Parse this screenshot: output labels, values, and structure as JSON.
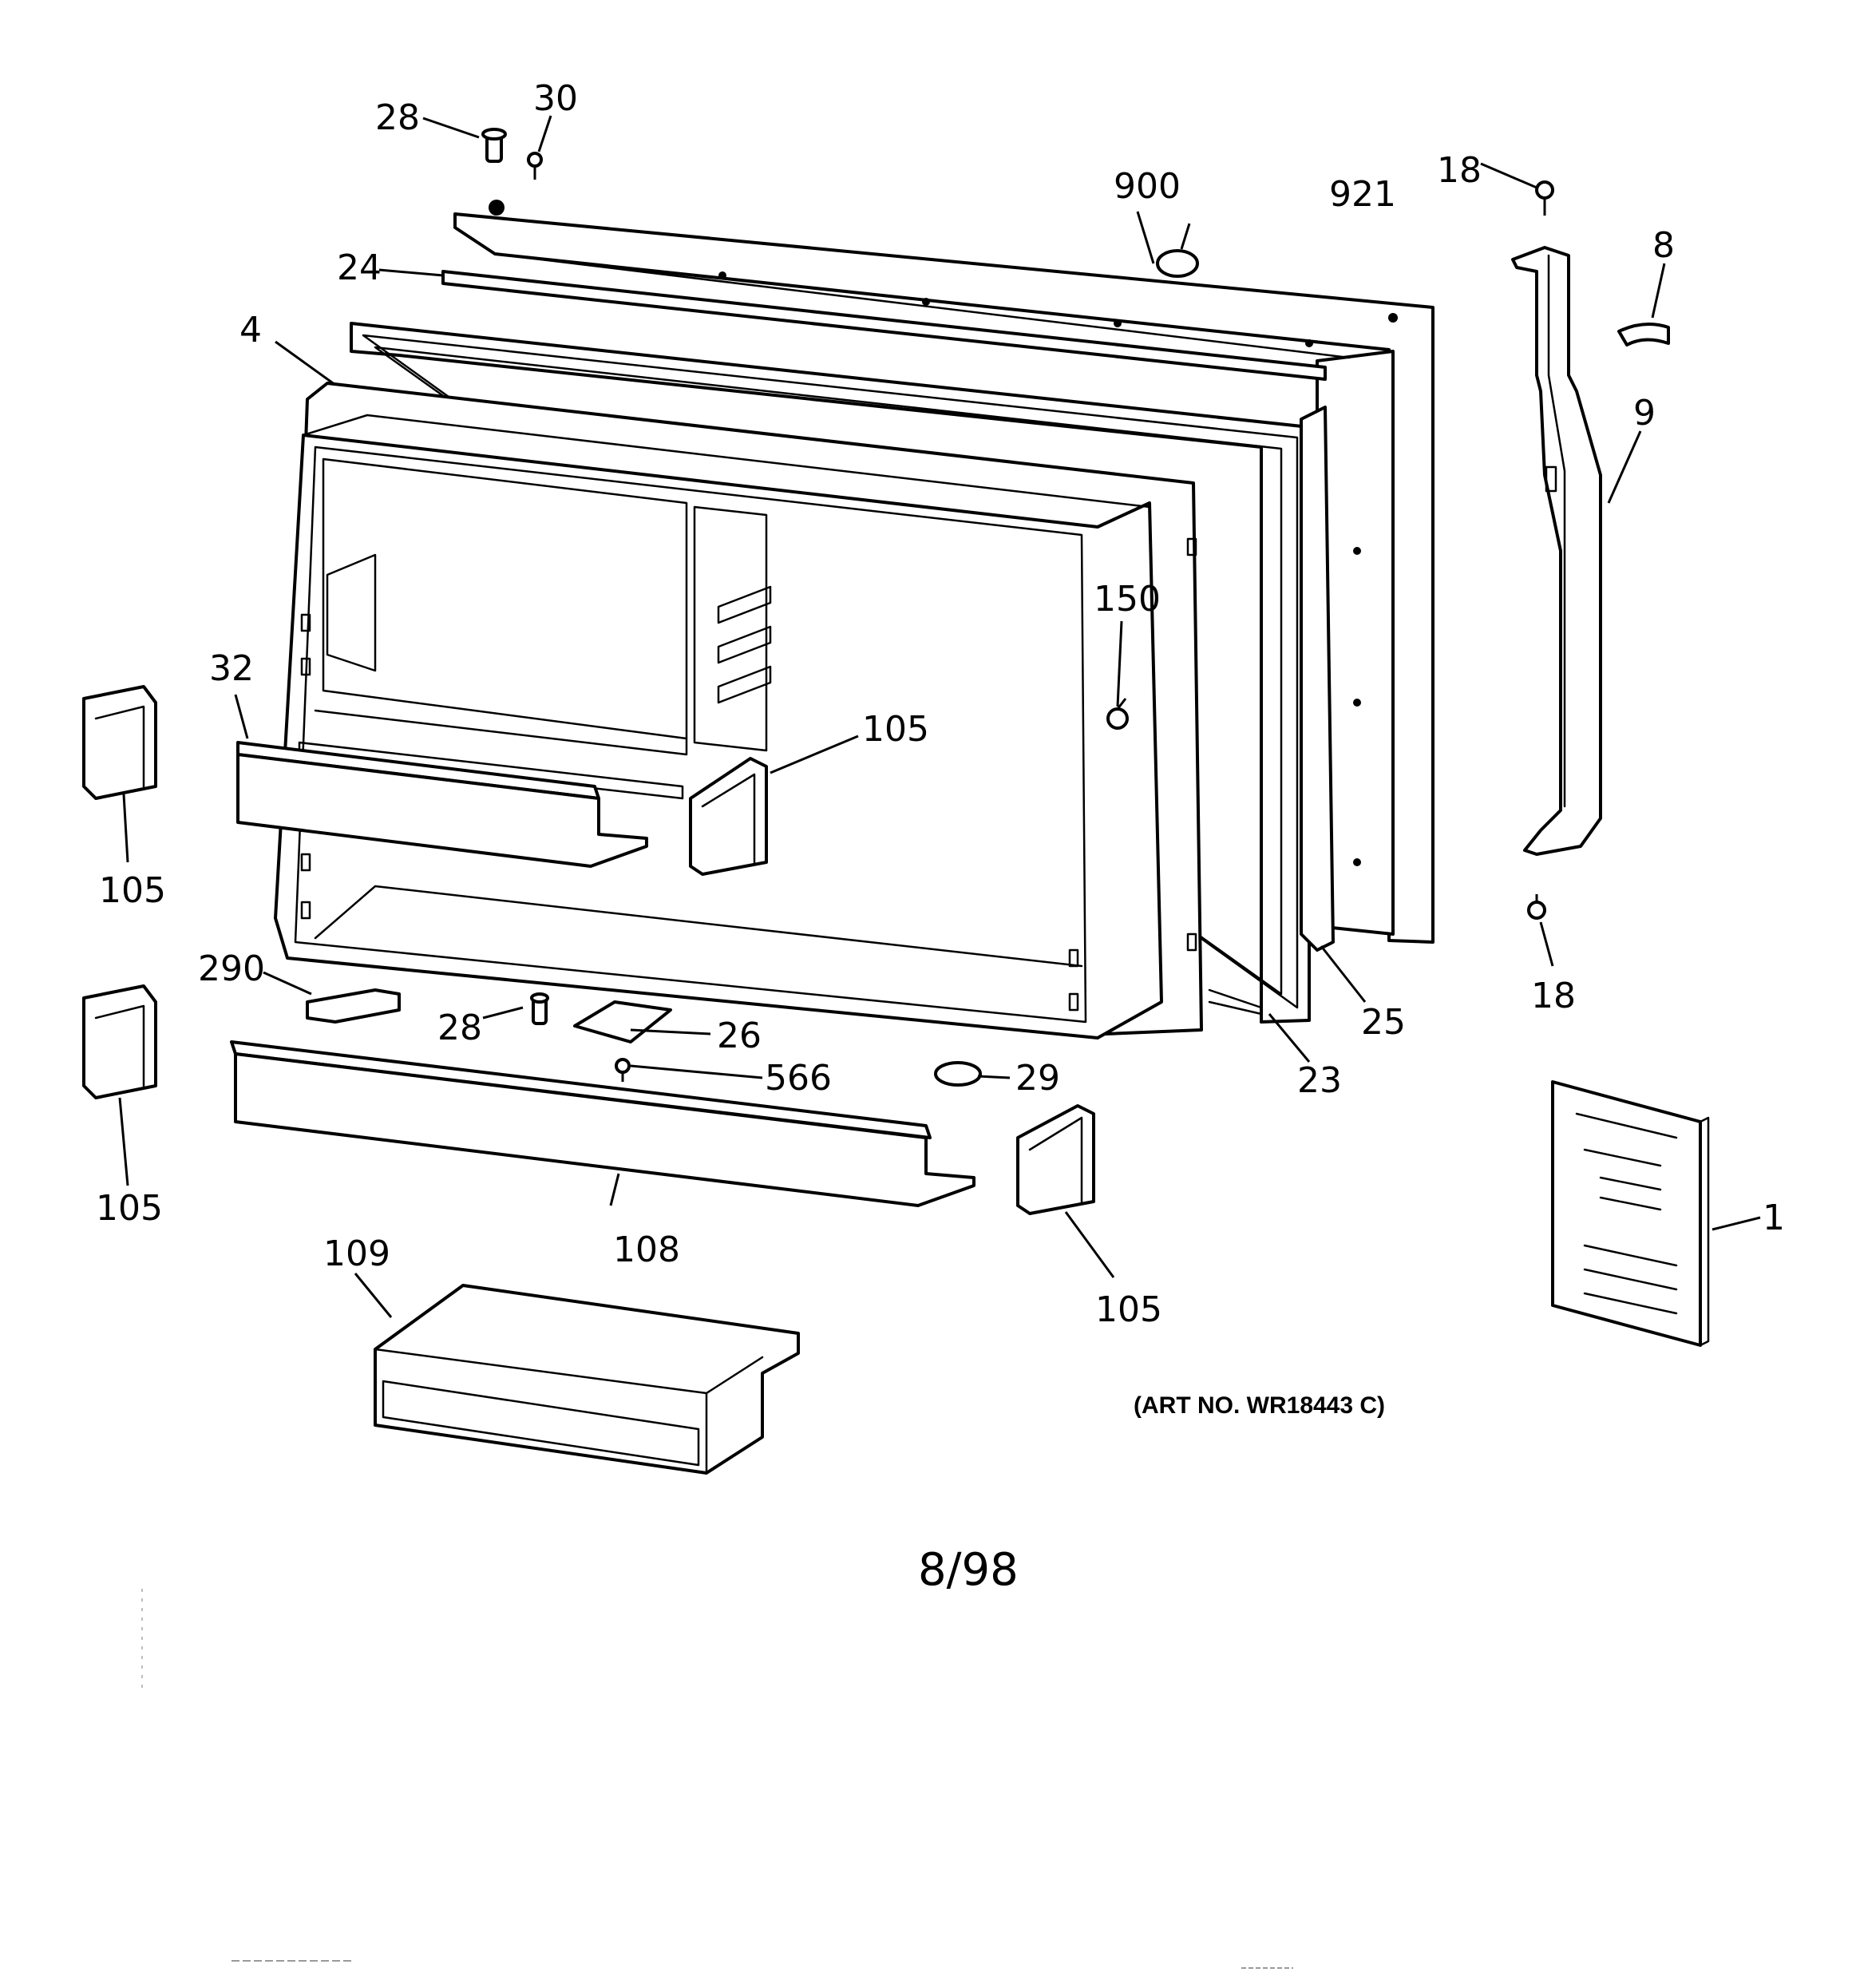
{
  "diagram": {
    "art_number": "(ART NO. WR18443 C)",
    "date_code": "8/98",
    "callouts": [
      "28",
      "30",
      "900",
      "921",
      "18",
      "8",
      "24",
      "4",
      "9",
      "150",
      "32",
      "105",
      "105",
      "105",
      "105",
      "290",
      "28",
      "26",
      "566",
      "29",
      "23",
      "25",
      "18",
      "1",
      "108",
      "109"
    ]
  }
}
